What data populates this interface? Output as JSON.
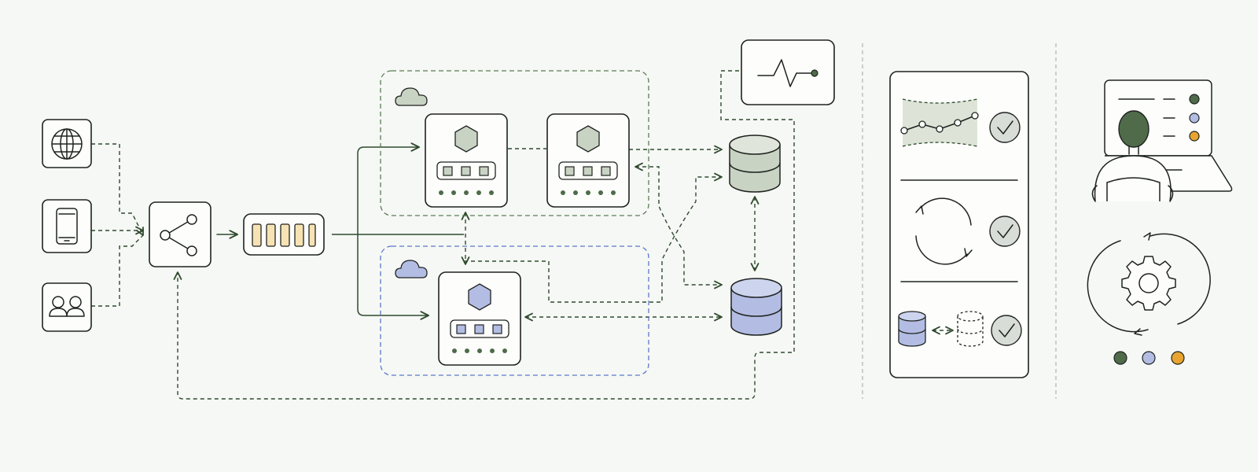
{
  "colors": {
    "background": "#f6f8f5",
    "green": "#4f6b4a",
    "green_light": "#c9d3c3",
    "blue": "#b3bde3",
    "blue_border": "#5b78c9",
    "yellow": "#f6e2b3",
    "orange": "#e7a530",
    "stroke": "#1f2320"
  },
  "clients": [
    {
      "icon": "globe-icon"
    },
    {
      "icon": "smartphone-icon"
    },
    {
      "icon": "users-icon"
    }
  ],
  "router": {
    "icon": "share-icon"
  },
  "queue": {
    "icon": "message-queue-icon"
  },
  "zones": [
    {
      "icon": "cloud-icon",
      "color": "green",
      "nodes": 2
    },
    {
      "icon": "cloud-icon",
      "color": "blue",
      "nodes": 1
    }
  ],
  "databases": [
    {
      "icon": "database-icon",
      "color": "green"
    },
    {
      "icon": "database-icon",
      "color": "blue"
    }
  ],
  "monitor": {
    "icon": "heartbeat-monitor-icon"
  },
  "checks_panel": {
    "items": [
      {
        "icon": "trend-line-icon",
        "status_icon": "check-icon"
      },
      {
        "icon": "refresh-cycle-icon",
        "status_icon": "check-icon"
      },
      {
        "icon": "database-replication-icon",
        "status_icon": "check-icon"
      }
    ]
  },
  "operator": {
    "icons": [
      "operator-avatar-icon",
      "laptop-icon",
      "settings-cycle-icon"
    ],
    "status_dots": [
      "#4f6b4a",
      "#b3bde3",
      "#e7a530"
    ]
  }
}
